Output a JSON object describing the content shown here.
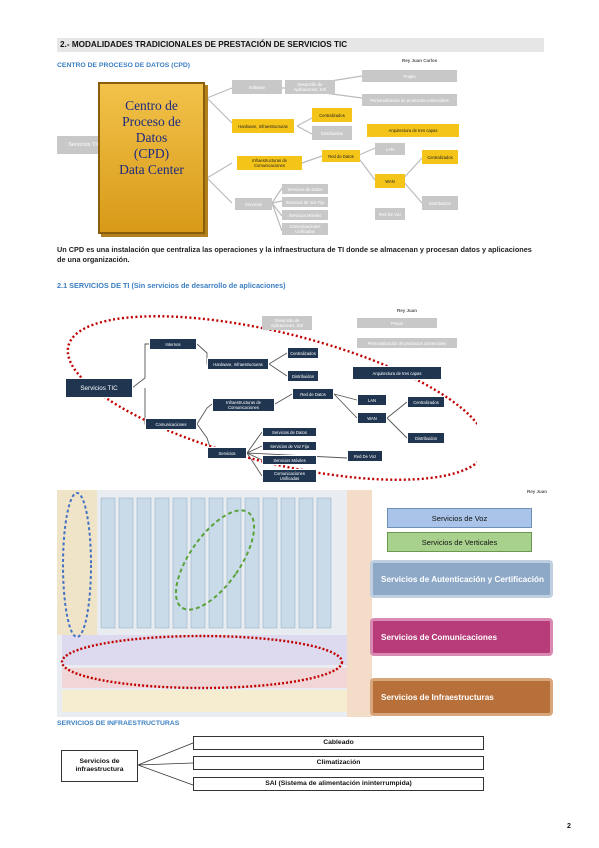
{
  "section_title": "2.- MODALIDADES TRADICIONALES DE PRESTACIÓN DE SERVICIOS TIC",
  "cpd_heading": "CENTRO DE PROCESO DE DATOS (CPD)",
  "fig1": {
    "watermark": "Rey Juan Carlos",
    "cpd_lines": [
      "Centro de",
      "Proceso de",
      "Datos",
      "(CPD)",
      "Data Center"
    ],
    "root": "Servicios TIC",
    "software": "Software",
    "dev": "Desarrollo de Aplicaciones, SSI",
    "propio": "Propio",
    "person": "Personalización de productos comerciales",
    "hardware": "Hardware, Infraestructuras",
    "centralizados": "Centralizados",
    "distribuidos": "Distribuidos",
    "arquitectura": "Arquitectura de tres capas",
    "infracom": "Infraestructuras de Comunicaciones",
    "red_datos": "Red de Datos",
    "lan": "LAN",
    "wan": "WAN",
    "centralizados2": "Centralizados",
    "distribuidos2": "Distribuidos",
    "red_voz": "Red De Voz",
    "servicios": "Servicios",
    "s_datos": "Servicios de Datos",
    "s_voz": "Servicios de Voz Fija",
    "s_moviles": "Servicios Móviles",
    "s_comunicaciones": "Comunicaciones Unificadas"
  },
  "paragraph": "Un CPD es una instalación que centraliza las operaciones y la infraestructura de TI donde se almacenan y procesan datos y aplicaciones de una organización.",
  "ti_heading": "2.1 SERVICIOS DE TI (Sin servicios de desarrollo de aplicaciones)",
  "fig2": {
    "watermark": "Rey Juan",
    "root": "Servicios TIC",
    "internos": "Internos",
    "dev": "Desarrollo de Aplicaciones, SSI",
    "propio": "Propio",
    "person": "Personalización de productos comerciales",
    "hardware": "Hardware, Infraestructuras",
    "centralizados": "Centralizados",
    "distribuidos": "Distribuidos",
    "arquitectura": "Arquitectura de tres capas",
    "comunicaciones": "Comunicaciones",
    "infracom": "Infraestructuras de Comunicaciones",
    "red_datos": "Red de Datos",
    "lan": "LAN",
    "wan": "WAN",
    "centralizados2": "Centralizados",
    "distribuidos2": "Distribuidos",
    "red_voz": "Red De Voz",
    "servicios": "Servicios",
    "s_datos": "Servicios de Datos",
    "s_voz": "Servicios de Voz Fija",
    "s_moviles": "Servicios Móviles",
    "s_comunicaciones": "Comunicaciones Unificadas"
  },
  "fig3": {
    "watermark": "Rey Juan",
    "services": [
      {
        "label": "Servicios de Voz",
        "color": "#a9c4e8"
      },
      {
        "label": "Servicios de Verticales",
        "color": "#a9d18e"
      },
      {
        "label": "Servicios de Autenticación y Certificación",
        "color": "#8ea9c8"
      },
      {
        "label": "Servicios de Comunicaciones",
        "color": "#b83b7a"
      },
      {
        "label": "Servicios de Infraestructuras",
        "color": "#b8703a"
      }
    ]
  },
  "infra_heading": "SERVICIOS DE INFRAESTRUCTURAS",
  "infra": {
    "root": "Servicios de infraestructura",
    "items": [
      "Cableado",
      "Climatización",
      "SAI (Sistema de alimentación ininterrumpida)"
    ]
  },
  "page_number": "2"
}
